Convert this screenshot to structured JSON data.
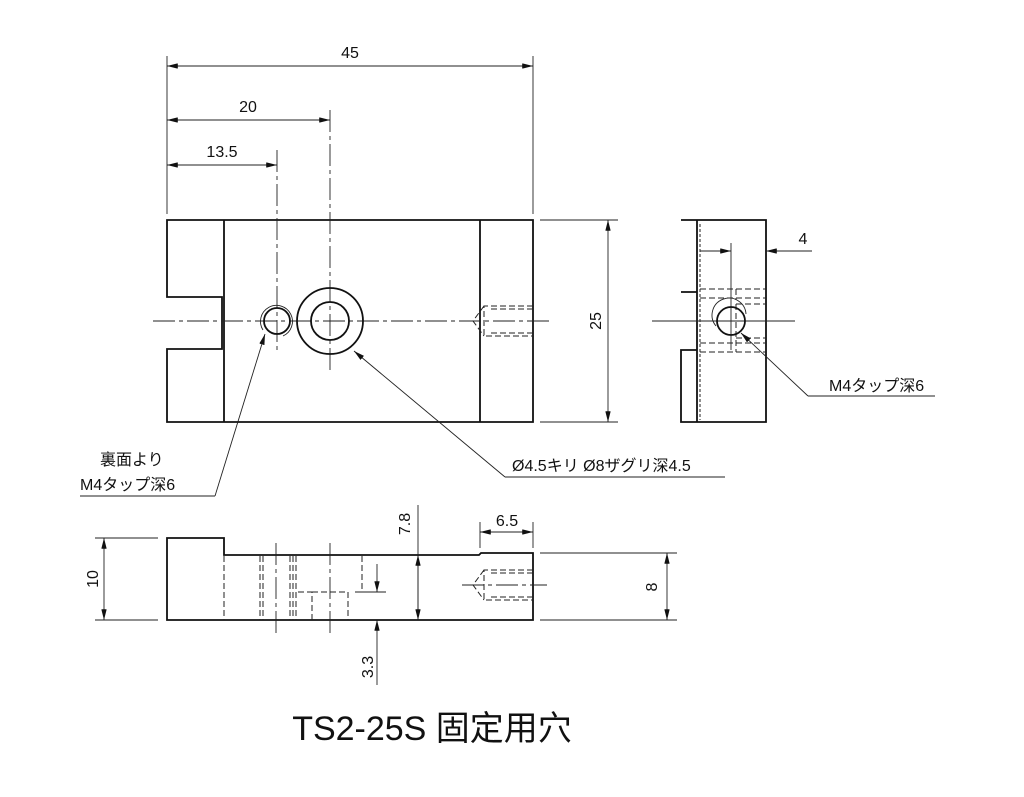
{
  "dimensions": {
    "overall_length": "45",
    "hole_pos_20": "20",
    "hole_pos_13_5": "13.5",
    "height_25": "25",
    "side_offset_4": "4",
    "thickness_10": "10",
    "depth_7_8": "7.8",
    "step_6_5": "6.5",
    "thickness_8": "8",
    "depth_3_3": "3.3"
  },
  "notes": {
    "back_line1": "裏面より",
    "back_line2": "M4タップ深6",
    "counterbore": "Ø4.5キリ Ø8ザグリ深4.5",
    "side_tap": "M4タップ深6"
  },
  "title": "TS2-25S 固定用穴"
}
